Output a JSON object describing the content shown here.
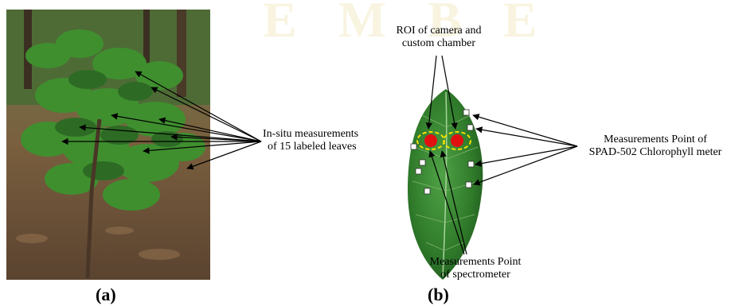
{
  "figure": {
    "watermark": "E M B E",
    "panel_a": {
      "label": "(a)",
      "annotation_line1": "In-situ measurements",
      "annotation_line2": "of 15 labeled leaves"
    },
    "panel_b": {
      "label": "(b)",
      "roi_line1": "ROI of camera and",
      "roi_line2": "custom chamber",
      "spad_line1": "Measurements Point of",
      "spad_line2": "SPAD-502 Chlorophyll meter",
      "spectro_line1": "Measurements Point",
      "spectro_line2": "of spectrometer"
    },
    "colors": {
      "roi_dot": "#e01010",
      "roi_ring": "#f2e000",
      "leaf": "#2f7a2a",
      "watermark": "#f3ecc8"
    }
  }
}
